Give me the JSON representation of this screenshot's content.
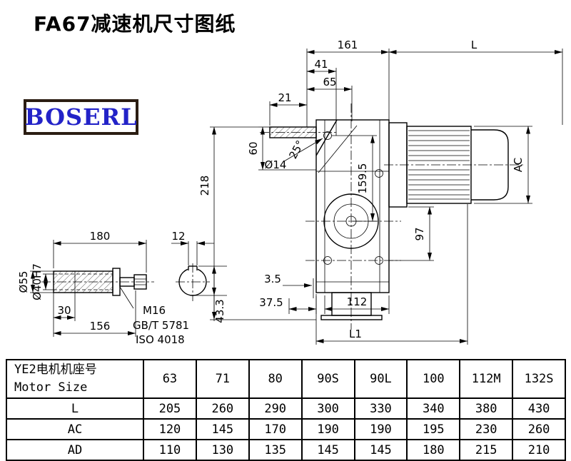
{
  "title": "FA67减速机尺寸图纸",
  "logo": {
    "text": "BOSERL"
  },
  "drawing": {
    "labels": {
      "d161": "161",
      "dL": "L",
      "d41": "41",
      "d65": "65",
      "d21": "21",
      "d60": "60",
      "d218": "218",
      "dia14": "Ø14",
      "angle25": "25°",
      "d159_5": "159.5",
      "dAC": "AC",
      "d97": "97",
      "d3_5": "3.5",
      "d37_5": "37.5",
      "d112": "112",
      "dL1": "L1",
      "d180": "180",
      "d12": "12",
      "dia55": "Ø55",
      "dia40": "Ø40H7",
      "d30": "30",
      "d156": "156",
      "d43_3": "43.3",
      "m16": "M16",
      "gbt": "GB/T 5781",
      "iso": "ISO 4018"
    }
  },
  "table": {
    "header": {
      "line1": "YE2电机机座号",
      "line2": "Motor Size",
      "values": [
        "63",
        "71",
        "80",
        "90S",
        "90L",
        "100",
        "112M",
        "132S"
      ]
    },
    "rows": [
      {
        "label": "L",
        "values": [
          "205",
          "260",
          "290",
          "300",
          "330",
          "340",
          "380",
          "430"
        ]
      },
      {
        "label": "AC",
        "values": [
          "120",
          "145",
          "170",
          "190",
          "190",
          "195",
          "230",
          "260"
        ]
      },
      {
        "label": "AD",
        "values": [
          "110",
          "130",
          "135",
          "145",
          "145",
          "180",
          "215",
          "210"
        ]
      }
    ]
  }
}
